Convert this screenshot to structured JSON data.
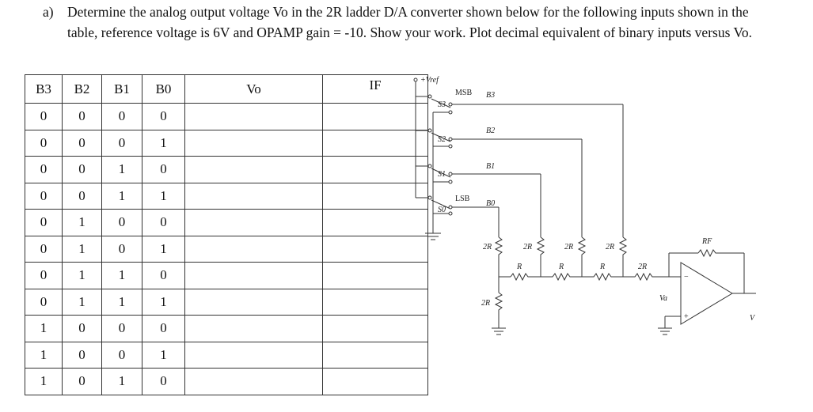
{
  "question": {
    "label": "a)",
    "text": "Determine the analog output voltage Vo in the 2R ladder D/A converter shown below for the following inputs shown in the table, reference voltage is 6V and OPAMP gain = -10. Show your work. Plot decimal equivalent of binary inputs versus Vo."
  },
  "table": {
    "headers": [
      "B3",
      "B2",
      "B1",
      "B0",
      "Vo",
      "IF"
    ],
    "rows": [
      [
        "0",
        "0",
        "0",
        "0",
        "",
        ""
      ],
      [
        "0",
        "0",
        "0",
        "1",
        "",
        ""
      ],
      [
        "0",
        "0",
        "1",
        "0",
        "",
        ""
      ],
      [
        "0",
        "0",
        "1",
        "1",
        "",
        ""
      ],
      [
        "0",
        "1",
        "0",
        "0",
        "",
        ""
      ],
      [
        "0",
        "1",
        "0",
        "1",
        "",
        ""
      ],
      [
        "0",
        "1",
        "1",
        "0",
        "",
        ""
      ],
      [
        "0",
        "1",
        "1",
        "1",
        "",
        ""
      ],
      [
        "1",
        "0",
        "0",
        "0",
        "",
        ""
      ],
      [
        "1",
        "0",
        "0",
        "1",
        "",
        ""
      ],
      [
        "1",
        "0",
        "1",
        "0",
        "",
        ""
      ]
    ]
  },
  "circuit": {
    "vref": "+Vref",
    "msb": "MSB",
    "lsb": "LSB",
    "switches": [
      "S3",
      "S2",
      "S1",
      "S0"
    ],
    "bits": [
      "B3",
      "B2",
      "B1",
      "B0"
    ],
    "r2": "2R",
    "r": "R",
    "rf": "RF",
    "va": "Va",
    "vout": "V"
  }
}
